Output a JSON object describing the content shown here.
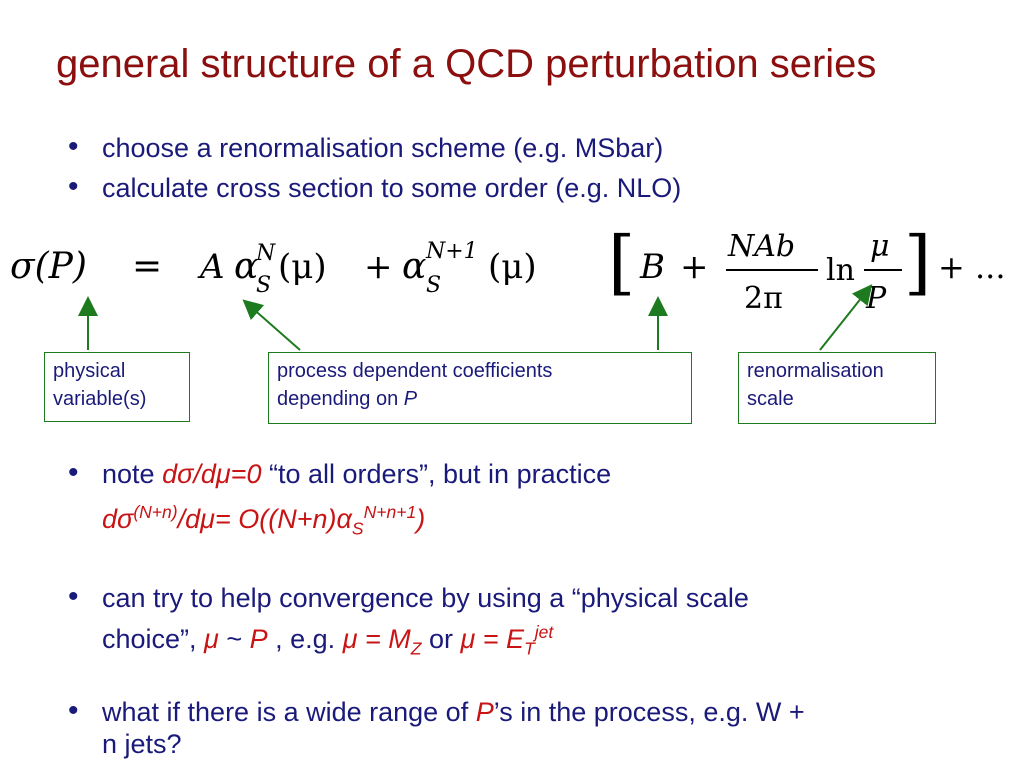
{
  "slide": {
    "title": "general structure of a QCD perturbation series",
    "bullets_top": [
      "choose a renormalisation scheme (e.g. MSbar)",
      "calculate cross section to some order (e.g. NLO)"
    ],
    "equation": {
      "lhs": "σ(P)",
      "eq": "=",
      "A": "A",
      "alpha": "α",
      "sub_S": "S",
      "sup_N": "N",
      "sup_N1": "N+1",
      "mu_arg": "(μ)",
      "plus": "+",
      "B": "B",
      "frac_num": "NAb",
      "frac_den": "2π",
      "ln": "ln",
      "mu": "μ",
      "P": "P",
      "lbr": "[",
      "rbr": "]",
      "tail": "+ ..."
    },
    "boxes": {
      "physical": [
        "physical",
        "variable(s)"
      ],
      "process_line1": "process dependent coefficients",
      "process_line2_prefix": "depending on ",
      "process_line2_var": "P",
      "renorm": [
        "renormalisation",
        "scale"
      ]
    },
    "note": {
      "prefix": "note ",
      "deriv": "dσ/dμ=0",
      "mid": " “to all orders”, but in practice",
      "line2_a": "dσ",
      "line2_sup1": "(N+n)",
      "line2_b": "/dμ= O((N+n)α",
      "line2_sub": "S",
      "line2_sup2": "N+n+1",
      "line2_c": ")"
    },
    "convergence": {
      "line1": "can try to help convergence by using a “physical scale",
      "line2_a": "choice”, ",
      "mu_sim_P_a": "μ",
      "sim": " ~ ",
      "mu_sim_P_b": "P",
      "eg": " , e.g. ",
      "mu_eq_MZ_a": "μ = M",
      "mu_eq_MZ_sub": "Z",
      "or": " or ",
      "mu_eq_ET_a": "μ = E",
      "mu_eq_ET_sub": "T",
      "mu_eq_ET_sup": "jet"
    },
    "wide_range": {
      "line1_a": "what if there is a wide range of ",
      "line1_P": "P",
      "line1_b": "’s in the process, e.g. W + ",
      "line2": "n jets?"
    },
    "bullet_symbol": "•",
    "colors": {
      "title": "#8b0f0f",
      "text": "#1a1a7a",
      "accent": "#c81414",
      "box": "#1e7a1e"
    }
  }
}
